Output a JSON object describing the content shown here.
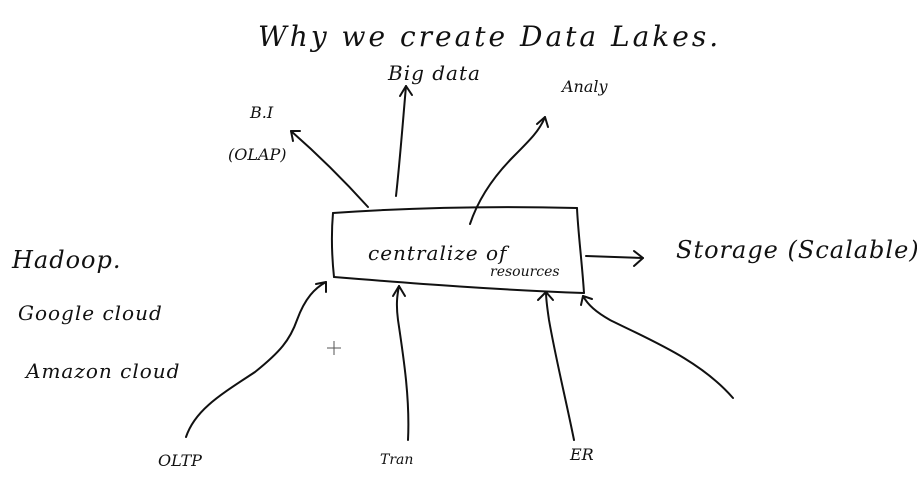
{
  "title": "Why we create Data Lakes.",
  "center_box": {
    "line1": "centralize of",
    "line2": "resources"
  },
  "outputs": {
    "bi": "B.I",
    "bi_sub": "(OLAP)",
    "bigdata": "Big data",
    "analytics": "Analy",
    "storage": "Storage (Scalable)"
  },
  "inputs": {
    "oltp": "OLTP",
    "tran": "Tran",
    "er": "ER"
  },
  "platforms": [
    "Hadoop.",
    "Google cloud",
    "Amazon cloud"
  ]
}
